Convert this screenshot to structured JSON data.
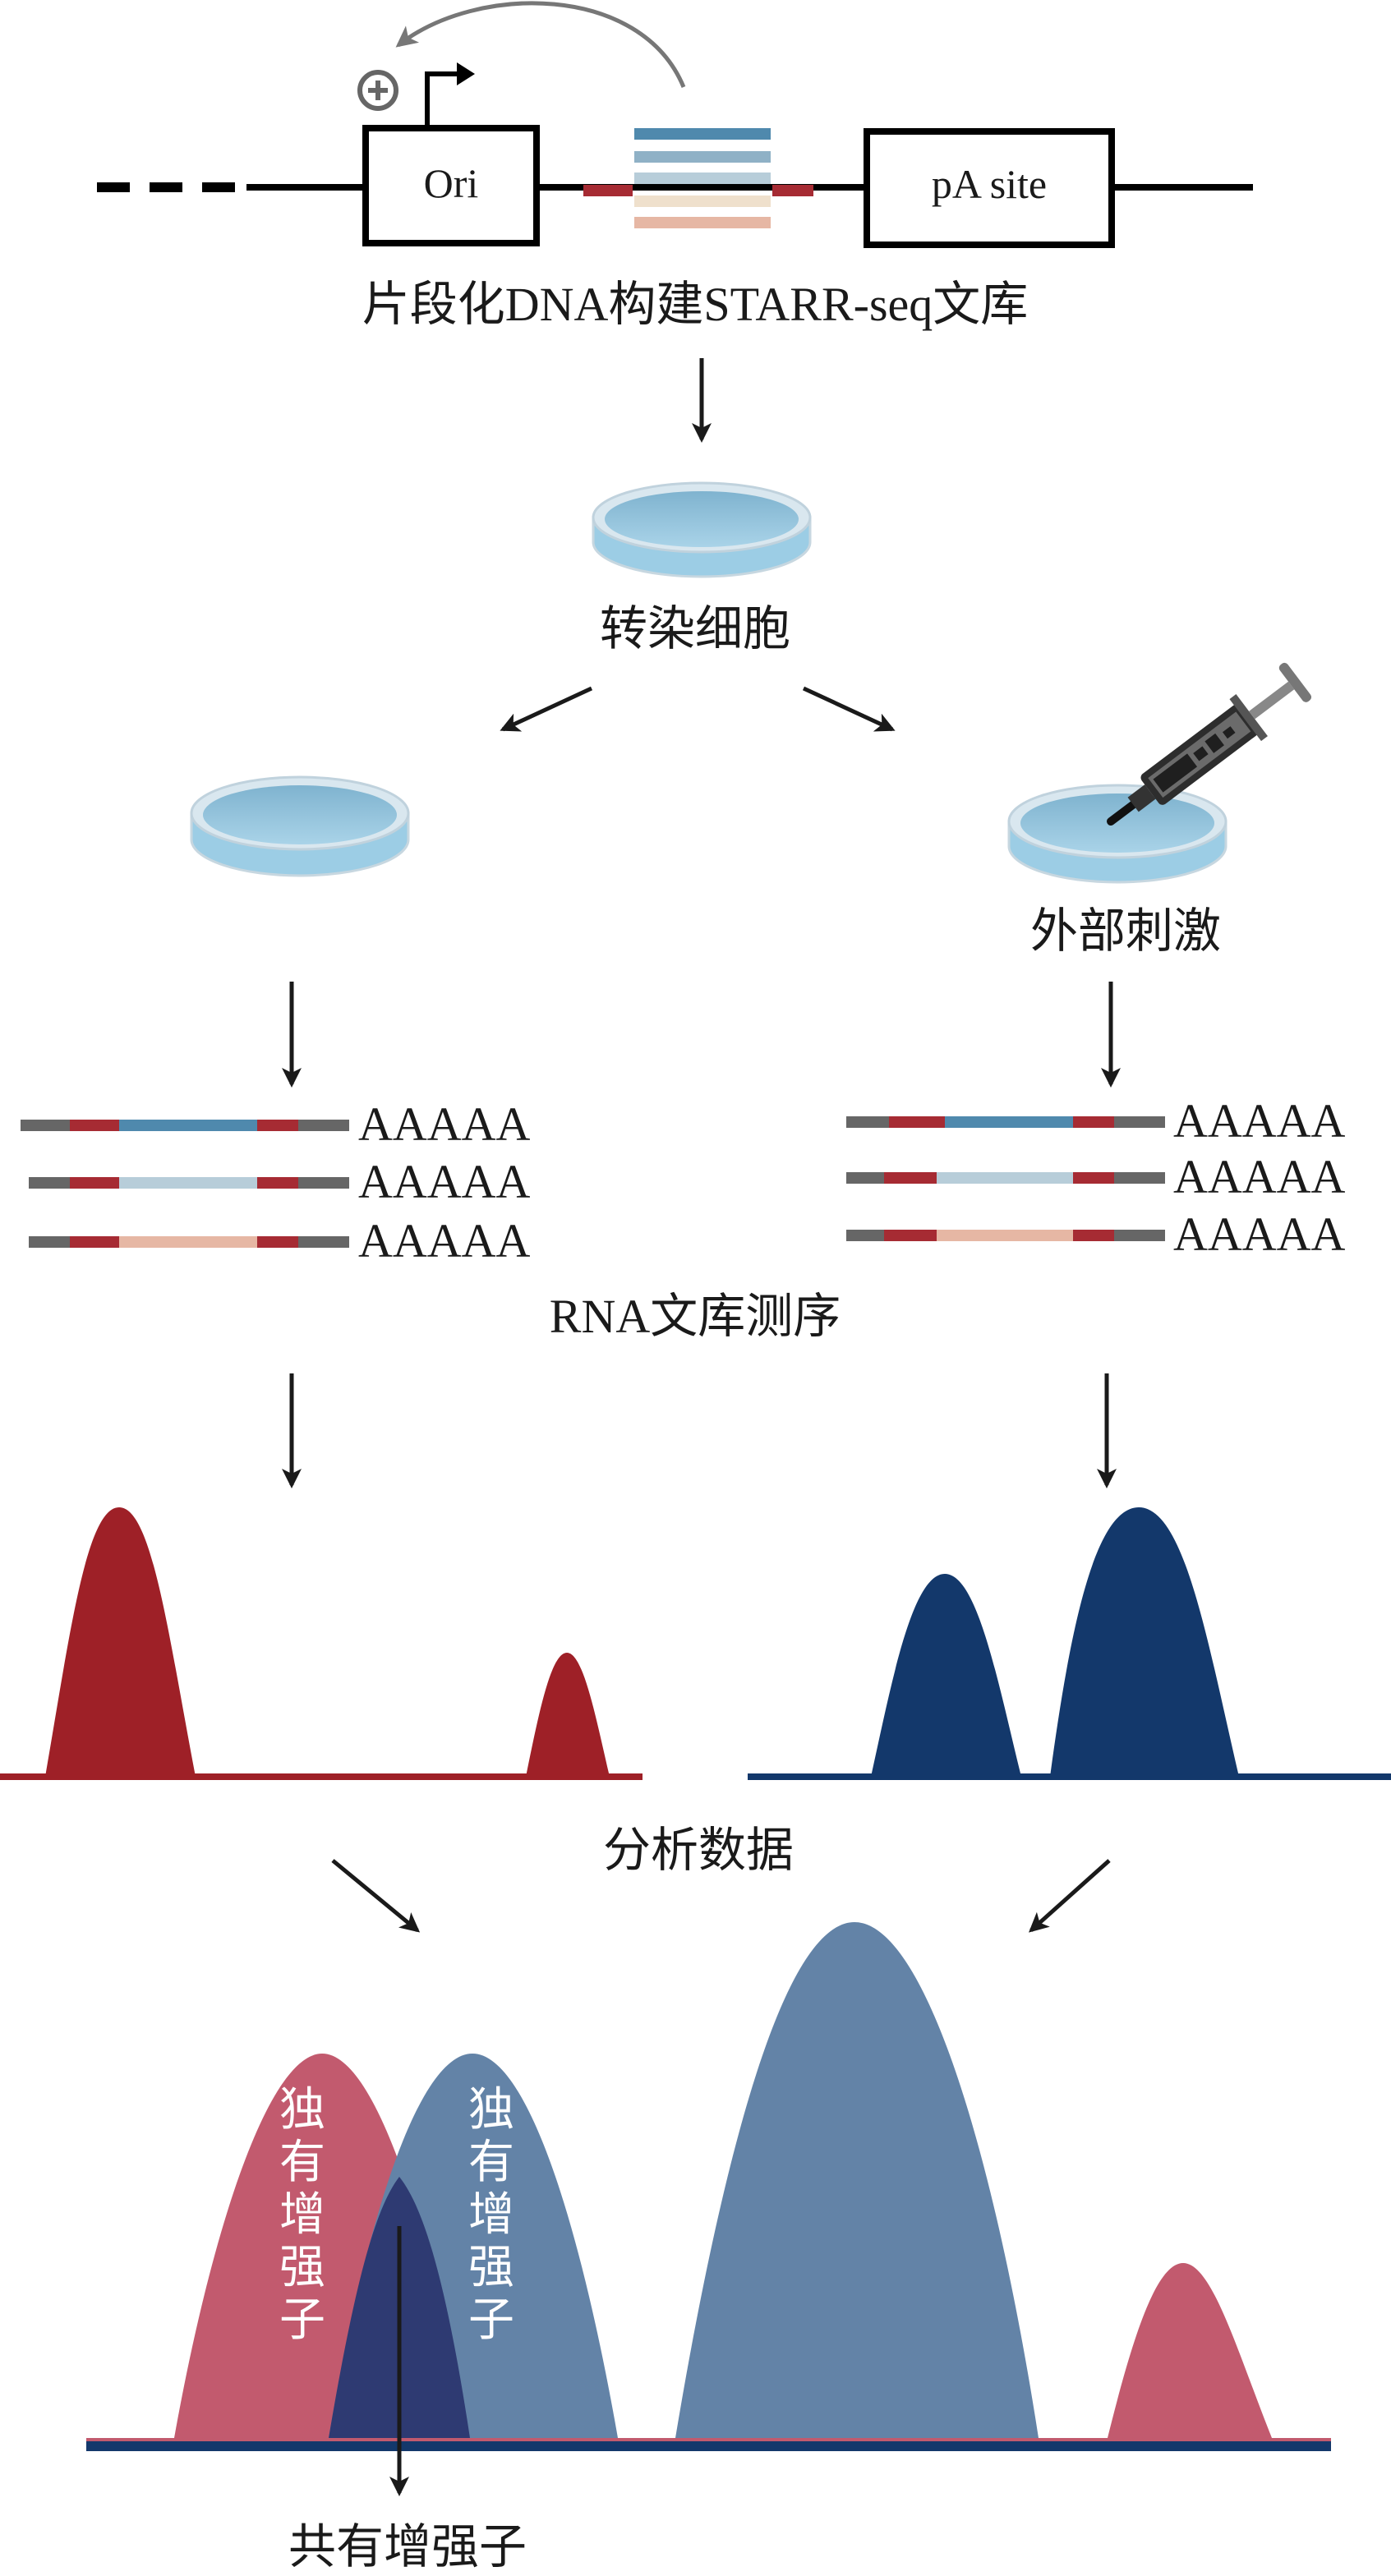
{
  "construct": {
    "ori_label": "Ori",
    "pa_label": "pA site"
  },
  "steps": {
    "library": "片段化DNA构建STARR-seq文库",
    "transfect": "转染细胞",
    "stimulus": "外部刺激",
    "rna_seq": "RNA文库测序",
    "analysis": "分析数据"
  },
  "polya_tail": "AAAAA",
  "result": {
    "unique_label_red": "独有增强子",
    "unique_label_blue": "独有增强子",
    "shared_label": "共有增强子"
  },
  "colors": {
    "red": "#9e2027",
    "navy": "#13386b",
    "red_light": "#c25a6e",
    "blue_light": "#6383a7",
    "overlap": "#2e3a72",
    "fragment_dark_blue": "#4f89ad",
    "fragment_light_blue": "#b7cdd9",
    "fragment_peach": "#e6b7a4",
    "dish": "#8cc6e0",
    "linker_red": "#a62b33",
    "adaptor_grey": "#666666"
  }
}
